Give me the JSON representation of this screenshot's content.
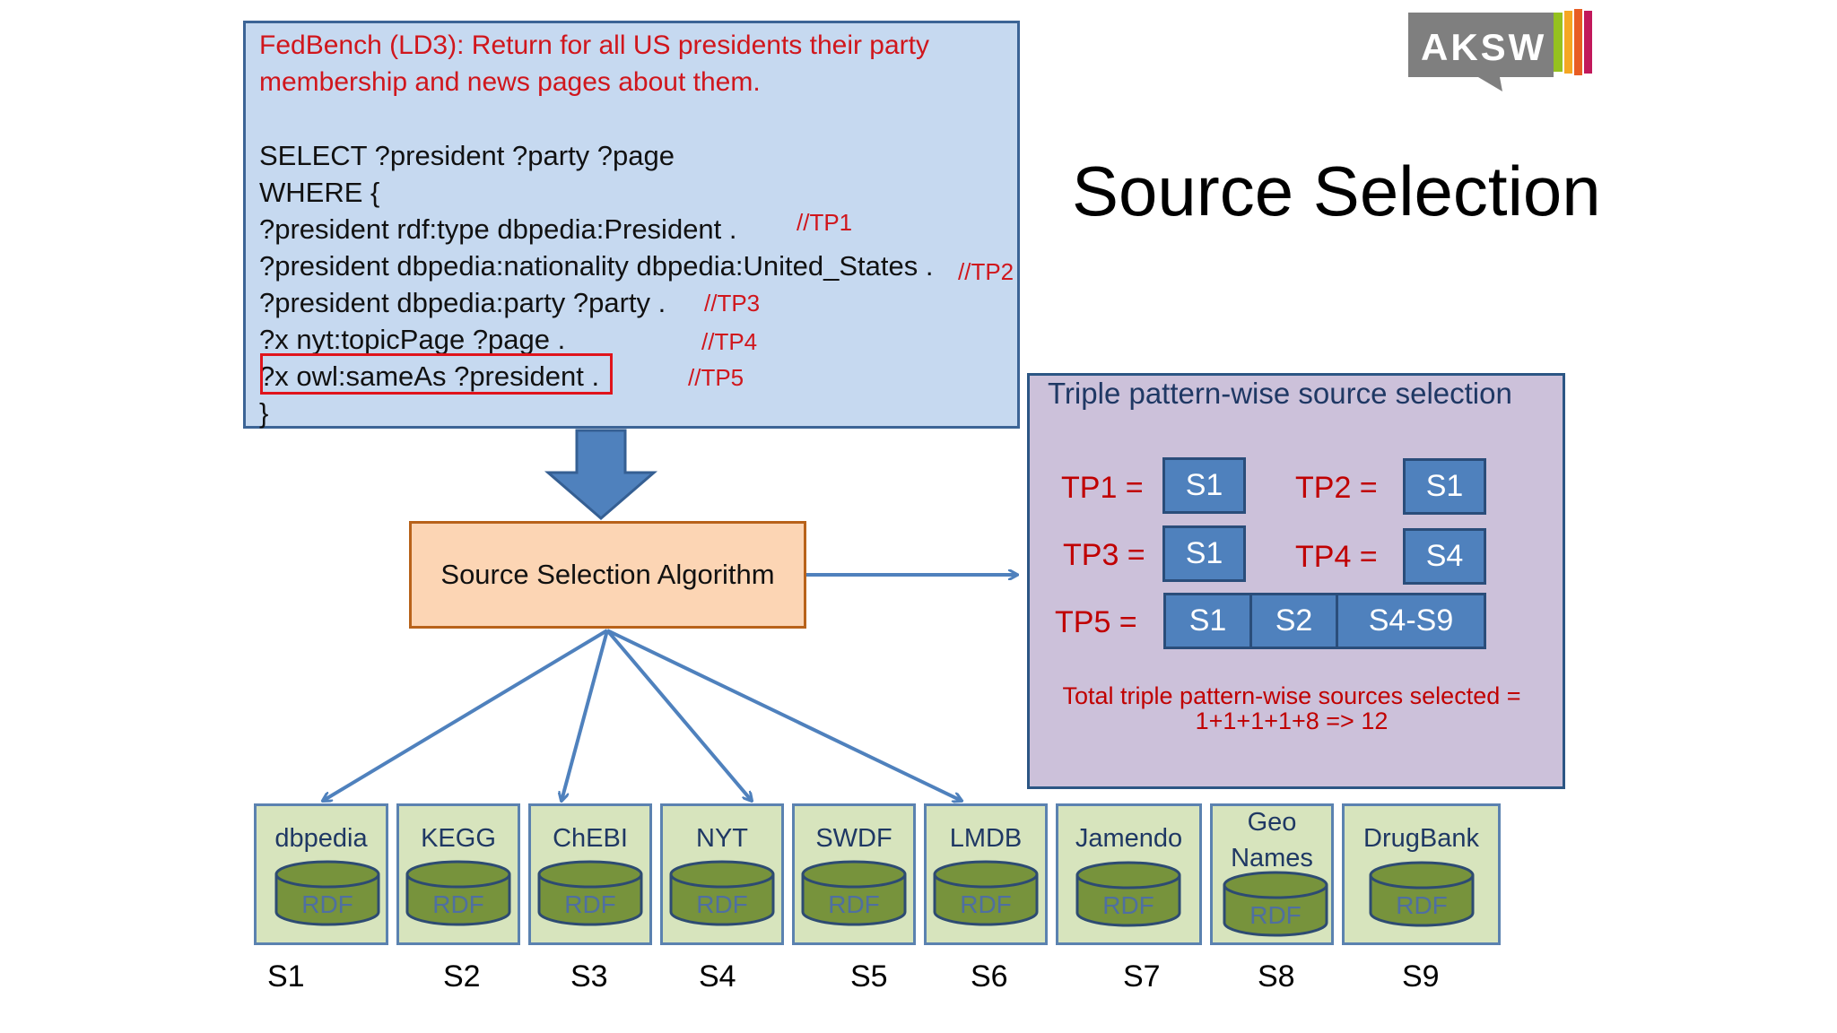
{
  "query": {
    "heading_line1": "FedBench (LD3): Return for all US presidents their party",
    "heading_line2": "membership and news pages about them.",
    "lines": [
      "SELECT ?president ?party ?page",
      "WHERE {",
      "?president  rdf:type dbpedia:President .",
      "?president dbpedia:nationality  dbpedia:United_States .",
      "?president dbpedia:party ?party .",
      "?x  nyt:topicPage ?page .",
      "?x  owl:sameAs ?president .",
      "}"
    ],
    "comments": [
      "//TP1",
      "//TP2",
      "//TP3",
      "//TP4",
      "//TP5"
    ]
  },
  "title": "Source Selection",
  "logo_text": "AKSW",
  "algorithm": "Source Selection Algorithm",
  "panel": {
    "title": "Triple pattern-wise source selection",
    "labels": [
      "TP1 =",
      "TP2 =",
      "TP3 =",
      "TP4 =",
      "TP5 ="
    ],
    "tp1": "S1",
    "tp2": "S1",
    "tp3": "S1",
    "tp4": "S4",
    "tp5": [
      "S1",
      "S2",
      "S4-S9"
    ],
    "total_line1": "Total triple pattern-wise sources selected =",
    "total_line2": "1+1+1+1+8 => 12"
  },
  "sources": [
    {
      "name": "dbpedia",
      "db": "RDF",
      "id": "S1"
    },
    {
      "name": "KEGG",
      "db": "RDF",
      "id": "S2"
    },
    {
      "name": "ChEBI",
      "db": "RDF",
      "id": "S3"
    },
    {
      "name": "NYT",
      "db": "RDF",
      "id": "S4"
    },
    {
      "name": "SWDF",
      "db": "RDF",
      "id": "S5"
    },
    {
      "name": "LMDB",
      "db": "RDF",
      "id": "S6"
    },
    {
      "name": "Jamendo",
      "db": "RDF",
      "id": "S7"
    },
    {
      "name_line1": "Geo",
      "name_line2": "Names",
      "db": "RDF",
      "id": "S8"
    },
    {
      "name": "DrugBank",
      "db": "RDF",
      "id": "S9"
    }
  ],
  "colors": {
    "query_bg": "#c6d9f0",
    "algorithm_bg": "#fcd5b4",
    "panel_bg": "#ccc1da",
    "source_bg": "#d7e4bd",
    "source_box": "#4f81bd",
    "red_text": "#c00000",
    "arrow": "#4f81bd"
  }
}
